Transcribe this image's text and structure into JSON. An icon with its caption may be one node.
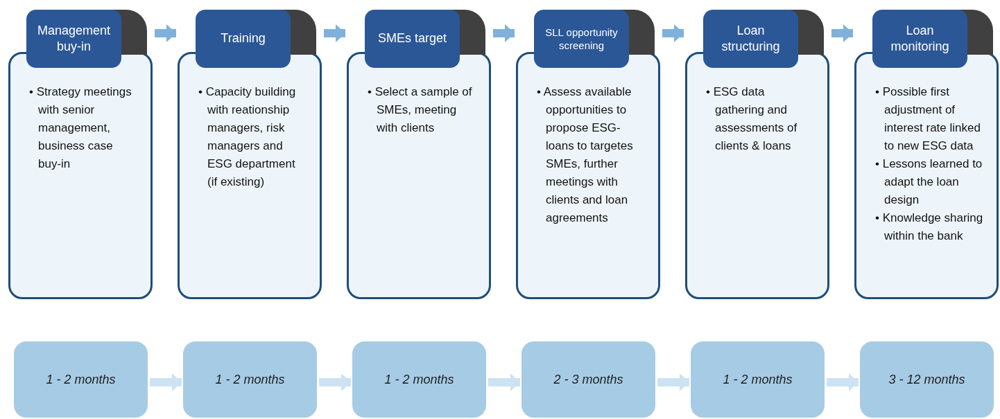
{
  "diagram": {
    "nodes": [
      {
        "text": [
          "Management buy-in",
          "• Strategy meetings with senior management, business case buy-in"
        ]
      },
      {
        "text": [
          "Training",
          "• Capacity building with reationship managers, risk managers and ESG department (if existing)"
        ]
      },
      {
        "text": [
          "SMEs target",
          "• Select a sample of SMEs, meeting with clients"
        ]
      },
      {
        "text": [
          "SLL opportunity screening",
          "• Assess available opportunities to propose ESG-loans to targetes SMEs, further meetings with clients and loan agreements"
        ]
      },
      {
        "text": [
          "Loan structuring",
          "• ESG data gathering and assessments of clients & loans"
        ]
      },
      {
        "text": [
          "Loan monitoring",
          "• Possible first adjustment of interest rate linked to new ESG data",
          "• Lessons learned to adapt the loan design",
          "• Knowledge sharing within the bank"
        ]
      },
      {
        "text": [
          "1 - 2 months"
        ]
      },
      {
        "text": [
          "1 - 2 months"
        ]
      },
      {
        "text": [
          "1 - 2 months"
        ]
      },
      {
        "text": [
          "2 - 3 months"
        ]
      },
      {
        "text": [
          "1 - 2 months"
        ]
      },
      {
        "text": [
          "3 - 12 months"
        ]
      }
    ],
    "edges": [
      {
        "from": 0,
        "to": 1,
        "arrow": "to"
      },
      {
        "from": 1,
        "to": 2,
        "arrow": "to"
      },
      {
        "from": 2,
        "to": 3,
        "arrow": "to"
      },
      {
        "from": 3,
        "to": 4,
        "arrow": "to"
      },
      {
        "from": 4,
        "to": 5,
        "arrow": "to"
      },
      {
        "from": 6,
        "to": 7,
        "arrow": "to",
        "color": "#cde2f2"
      },
      {
        "from": 7,
        "to": 8,
        "arrow": "to",
        "color": "#cde2f2"
      },
      {
        "from": 8,
        "to": 9,
        "arrow": "to",
        "color": "#cde2f2"
      },
      {
        "from": 9,
        "to": 10,
        "arrow": "to",
        "color": "#cde2f2"
      },
      {
        "from": 10,
        "to": 11,
        "arrow": "to",
        "color": "#cde2f2"
      }
    ]
  }
}
